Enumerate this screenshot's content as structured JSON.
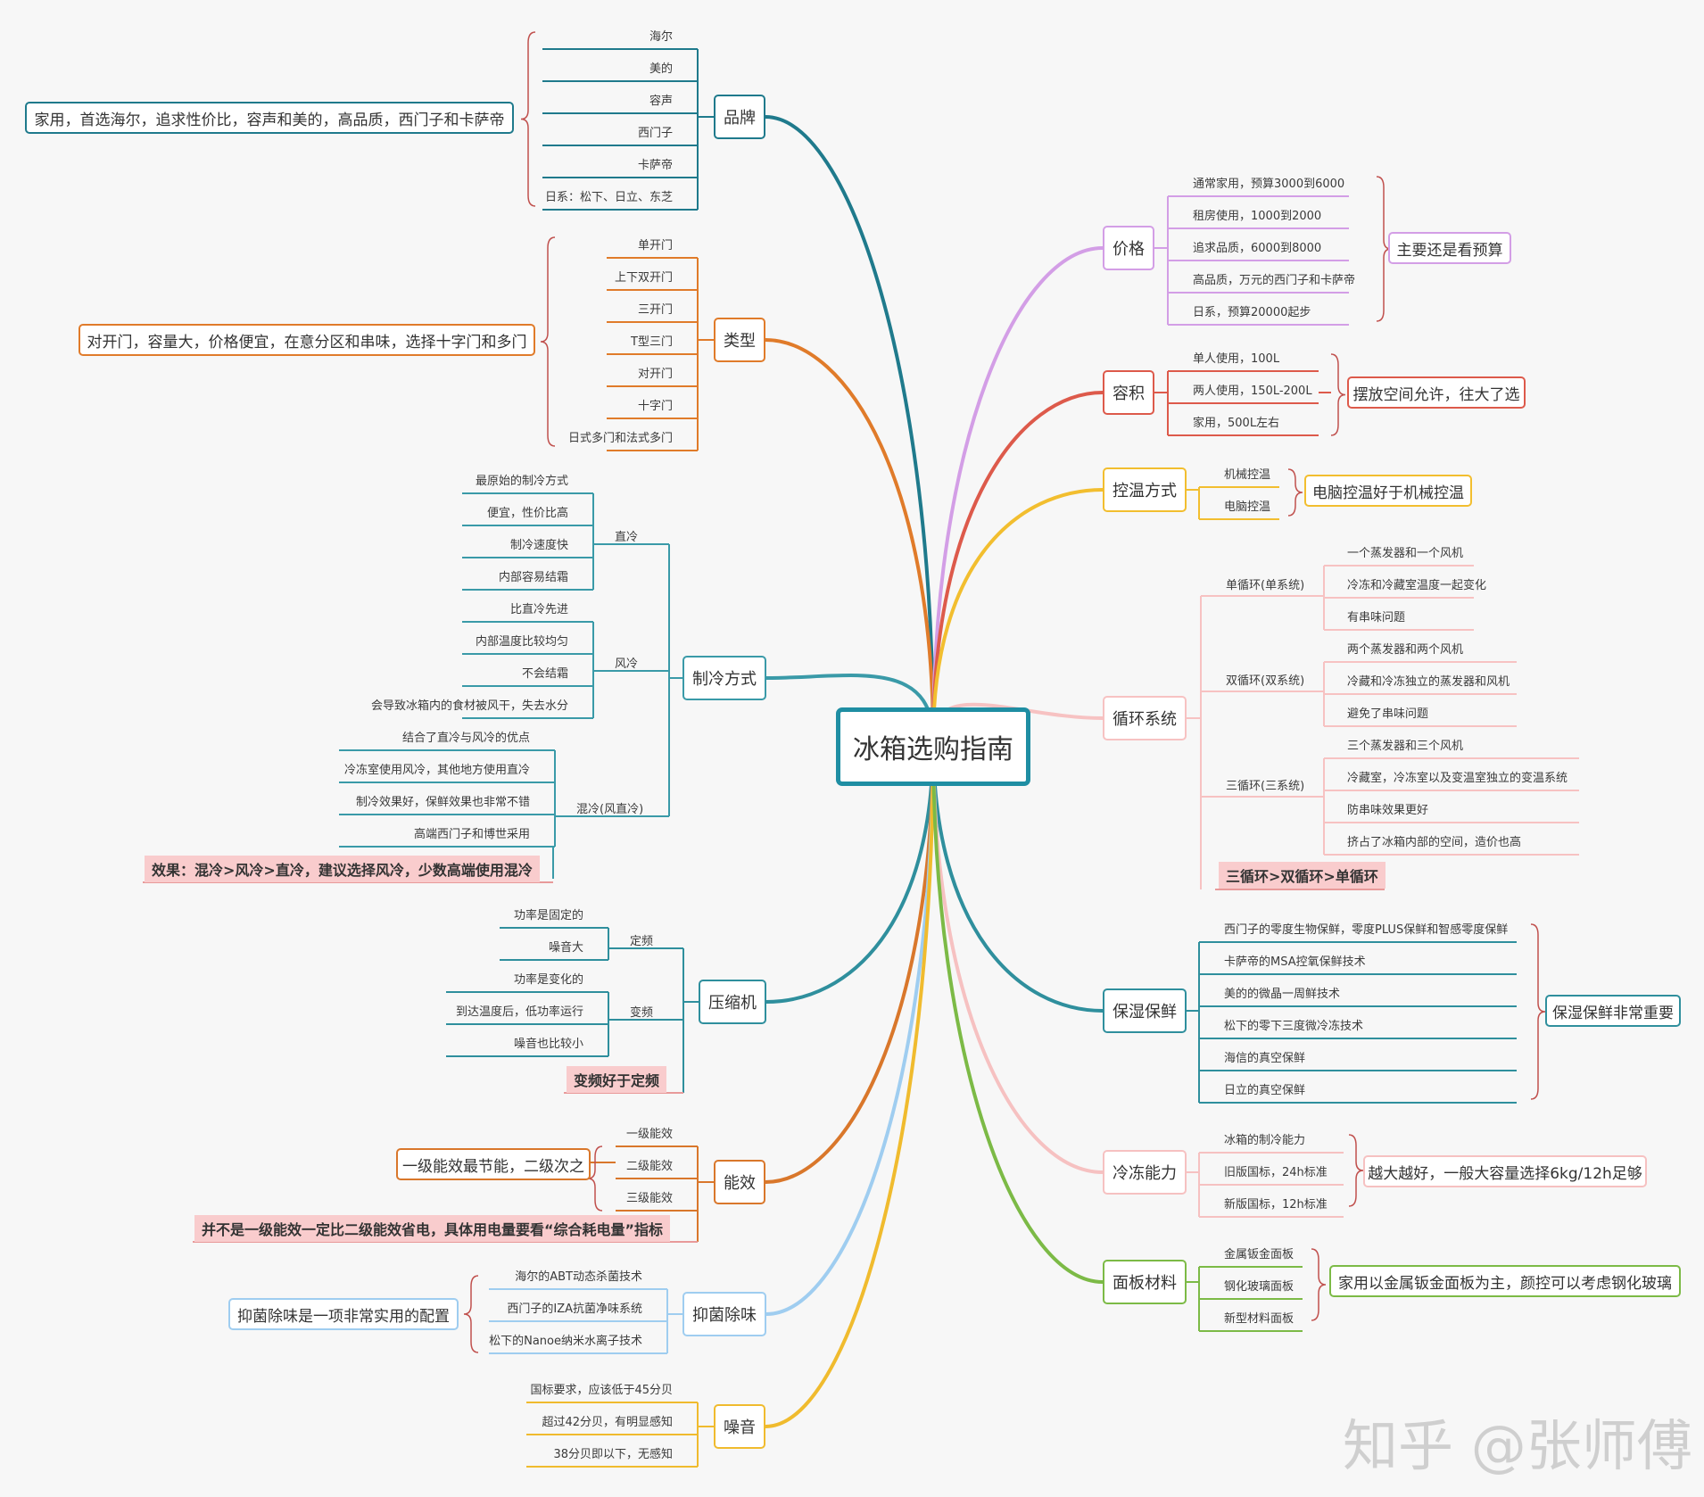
{
  "center": "冰箱选购指南",
  "watermark": "知乎 @张师傅",
  "brand": {
    "topic": "品牌",
    "items": [
      "海尔",
      "美的",
      "容声",
      "西门子",
      "卡萨帝",
      "日系：松下、日立、东芝"
    ],
    "note": "家用，首选海尔，追求性价比，容声和美的，高品质，西门子和卡萨帝"
  },
  "type": {
    "topic": "类型",
    "items": [
      "单开门",
      "上下双开门",
      "三开门",
      "T型三门",
      "对开门",
      "十字门",
      "日式多门和法式多门"
    ],
    "note": "对开门，容量大，价格便宜，在意分区和串味，选择十字门和多门"
  },
  "cooling": {
    "topic": "制冷方式",
    "groups": [
      {
        "name": "直冷",
        "items": [
          "最原始的制冷方式",
          "便宜，性价比高",
          "制冷速度快",
          "内部容易结霜"
        ]
      },
      {
        "name": "风冷",
        "items": [
          "比直冷先进",
          "内部温度比较均匀",
          "不会结霜",
          "会导致冰箱内的食材被风干，失去水分"
        ]
      },
      {
        "name": "混冷(风直冷)",
        "items": [
          "结合了直冷与风冷的优点",
          "冷冻室使用风冷，其他地方使用直冷",
          "制冷效果好，保鲜效果也非常不错",
          "高端西门子和博世采用"
        ]
      }
    ],
    "highlight": "效果：混冷>风冷>直冷，建议选择风冷，少数高端使用混冷"
  },
  "compressor": {
    "topic": "压缩机",
    "groups": [
      {
        "name": "定频",
        "items": [
          "功率是固定的",
          "噪音大"
        ]
      },
      {
        "name": "变频",
        "items": [
          "功率是变化的",
          "到达温度后，低功率运行",
          "噪音也比较小"
        ]
      }
    ],
    "highlight": "变频好于定频"
  },
  "energy": {
    "topic": "能效",
    "items": [
      "一级能效",
      "二级能效",
      "三级能效"
    ],
    "note": "一级能效最节能，二级次之",
    "highlight": "并不是一级能效一定比二级能效省电，具体用电量要看“综合耗电量”指标"
  },
  "antibac": {
    "topic": "抑菌除味",
    "items": [
      "海尔的ABT动态杀菌技术",
      "西门子的IZA抗菌净味系统",
      "松下的Nanoe纳米水离子技术"
    ],
    "note": "抑菌除味是一项非常实用的配置"
  },
  "noise": {
    "topic": "噪音",
    "items": [
      "国标要求，应该低于45分贝",
      "超过42分贝，有明显感知",
      "38分贝即以下，无感知"
    ]
  },
  "price": {
    "topic": "价格",
    "items": [
      "通常家用，预算3000到6000",
      "租房使用，1000到2000",
      "追求品质，6000到8000",
      "高品质，万元的西门子和卡萨帝",
      "日系，预算20000起步"
    ],
    "note": "主要还是看预算"
  },
  "volume": {
    "topic": "容积",
    "items": [
      "单人使用，100L",
      "两人使用，150L-200L",
      "家用，500L左右"
    ],
    "note": "摆放空间允许，往大了选"
  },
  "tempctl": {
    "topic": "控温方式",
    "items": [
      "机械控温",
      "电脑控温"
    ],
    "note": "电脑控温好于机械控温"
  },
  "cycle": {
    "topic": "循环系统",
    "groups": [
      {
        "name": "单循环(单系统)",
        "items": [
          "一个蒸发器和一个风机",
          "冷冻和冷藏室温度一起变化",
          "有串味问题"
        ]
      },
      {
        "name": "双循环(双系统)",
        "items": [
          "两个蒸发器和两个风机",
          "冷藏和冷冻独立的蒸发器和风机",
          "避免了串味问题"
        ]
      },
      {
        "name": "三循环(三系统)",
        "items": [
          "三个蒸发器和三个风机",
          "冷藏室，冷冻室以及变温室独立的变温系统",
          "防串味效果更好",
          "挤占了冰箱内部的空间，造价也高"
        ]
      }
    ],
    "highlight": "三循环>双循环>单循环"
  },
  "fresh": {
    "topic": "保湿保鲜",
    "items": [
      "西门子的零度生物保鲜，零度PLUS保鲜和智感零度保鲜",
      "卡萨帝的MSA控氧保鲜技术",
      "美的的微晶一周鲜技术",
      "松下的零下三度微冷冻技术",
      "海信的真空保鲜",
      "日立的真空保鲜"
    ],
    "note": "保湿保鲜非常重要"
  },
  "freeze": {
    "topic": "冷冻能力",
    "items": [
      "冰箱的制冷能力",
      "旧版国标，24h标准",
      "新版国标，12h标准"
    ],
    "note": "越大越好，一般大容量选择6kg/12h足够"
  },
  "panel": {
    "topic": "面板材料",
    "items": [
      "金属钣金面板",
      "钢化玻璃面板",
      "新型材料面板"
    ],
    "note": "家用以金属钣金面板为主，颜控可以考虑钢化玻璃"
  },
  "colors": {
    "brand": "#1f7a8c",
    "type": "#e07b2a",
    "cooling": "#3a9aa8",
    "compressor": "#2f8f9d",
    "energy": "#d9772b",
    "antibac": "#9fcdf0",
    "noise": "#f0bb2e",
    "price": "#d39ee6",
    "volume": "#dd5a4b",
    "tempctl": "#f2be2f",
    "cycle": "#f7c2c2",
    "fresh": "#2f8f9d",
    "freeze": "#f6c1c1",
    "panel": "#7cba46",
    "center": "#1f8ea3",
    "highlight": "#f9cccd"
  }
}
